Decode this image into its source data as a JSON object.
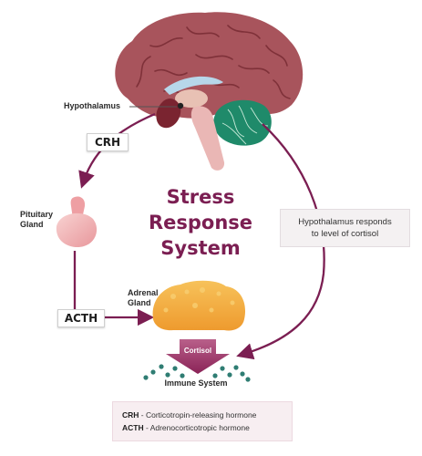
{
  "title": {
    "line1": "Stress",
    "line2": "Response",
    "line3": "System"
  },
  "labels": {
    "hypothalamus": "Hypothalamus",
    "pituitary_line1": "Pituitary",
    "pituitary_line2": "Gland",
    "adrenal_line1": "Adrenal",
    "adrenal_line2": "Gland",
    "cortisol": "Cortisol",
    "immune_system": "Immune System"
  },
  "hormones": {
    "crh": "CRH",
    "acth": "ACTH"
  },
  "note": {
    "line1": "Hypothalamus responds",
    "line2": "to level of cortisol"
  },
  "legend": {
    "items": [
      {
        "abbr": "CRH",
        "definition": "- Corticotropin-releasing hormone"
      },
      {
        "abbr": "ACTH",
        "definition": "- Adrenocorticotropic hormone"
      }
    ]
  },
  "colors": {
    "accent": "#7b1e52",
    "brain": "#a8545c",
    "cerebellum": "#1f8a6a",
    "adrenal": "#f2a93b",
    "pituitary": "#f0b2b4",
    "immune_dots": "#2f7d73"
  }
}
